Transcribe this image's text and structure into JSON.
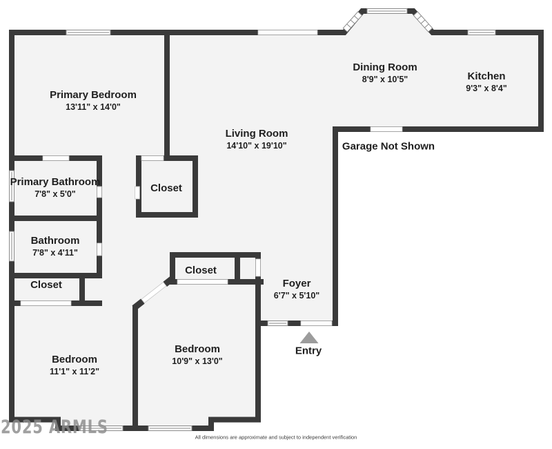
{
  "floorplan": {
    "rooms": [
      {
        "id": "primary-bedroom",
        "name": "Primary Bedroom",
        "dims": "13'11\" x 14'0\""
      },
      {
        "id": "living-room",
        "name": "Living Room",
        "dims": "14'10\" x 19'10\""
      },
      {
        "id": "dining-room",
        "name": "Dining Room",
        "dims": "8'9\" x 10'5\""
      },
      {
        "id": "kitchen",
        "name": "Kitchen",
        "dims": "9'3\" x 8'4\""
      },
      {
        "id": "primary-bathroom",
        "name": "Primary Bathroom",
        "dims": "7'8\" x 5'0\""
      },
      {
        "id": "bathroom",
        "name": "Bathroom",
        "dims": "7'8\" x 4'11\""
      },
      {
        "id": "closet-primary",
        "name": "Closet"
      },
      {
        "id": "closet-hall",
        "name": "Closet"
      },
      {
        "id": "closet-bedroom2",
        "name": "Closet"
      },
      {
        "id": "foyer",
        "name": "Foyer",
        "dims": "6'7\" x 5'10\""
      },
      {
        "id": "bedroom-1",
        "name": "Bedroom",
        "dims": "11'1\" x 11'2\""
      },
      {
        "id": "bedroom-2",
        "name": "Bedroom",
        "dims": "10'9\" x 13'0\""
      }
    ],
    "annotations": {
      "garage_note": "Garage Not Shown",
      "entry_label": "Entry"
    },
    "watermark": "2025 ARMLS",
    "disclaimer": "All dimensions are approximate and subject to independent verification",
    "colors": {
      "wall": "#3a3a3a",
      "floor": "#f3f3f3",
      "background": "#ffffff",
      "entry_arrow": "#9c9c9c",
      "window_line": "#8a8a8a"
    }
  }
}
